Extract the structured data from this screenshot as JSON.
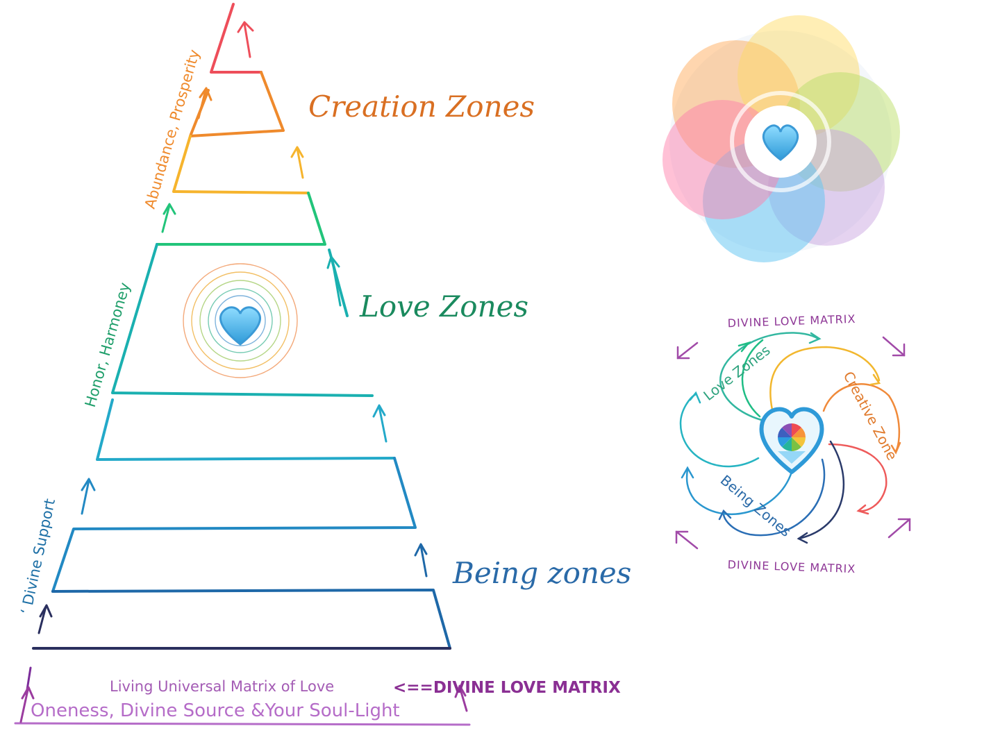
{
  "pyramid": {
    "side_labels": {
      "abundance": "Abundance, Prosperity",
      "honor": "Honor, Harmoney",
      "divine_support": "‘ Divine Support"
    },
    "zone_labels": {
      "creation": "Creation Zones",
      "love": "Love Zones",
      "being": "Being zones"
    },
    "base": {
      "matrix_line": "Living Universal Matrix of Love",
      "pointer": "<==DIVINE LOVE MATRIX",
      "oneness": "Oneness, Divine Source &Your Soul-Light"
    }
  },
  "matrix_wheel": {
    "top_title": "DIVINE LOVE MATRIX",
    "bottom_title": "DIVINE LOVE MATRIX",
    "love_zones": "Love Zones",
    "creative_zone": "Creative Zone",
    "being_zones": "Being Zones"
  },
  "colors": {
    "red": "#ee4e5a",
    "orange": "#ef8a2c",
    "yellow": "#f6b42d",
    "green": "#22c47a",
    "teal": "#1aaeb6",
    "cyan": "#2aa8d8",
    "blue": "#2080b8",
    "navy": "#22356a",
    "purple": "#9b3c9f",
    "heart": "#3fb5ec"
  }
}
